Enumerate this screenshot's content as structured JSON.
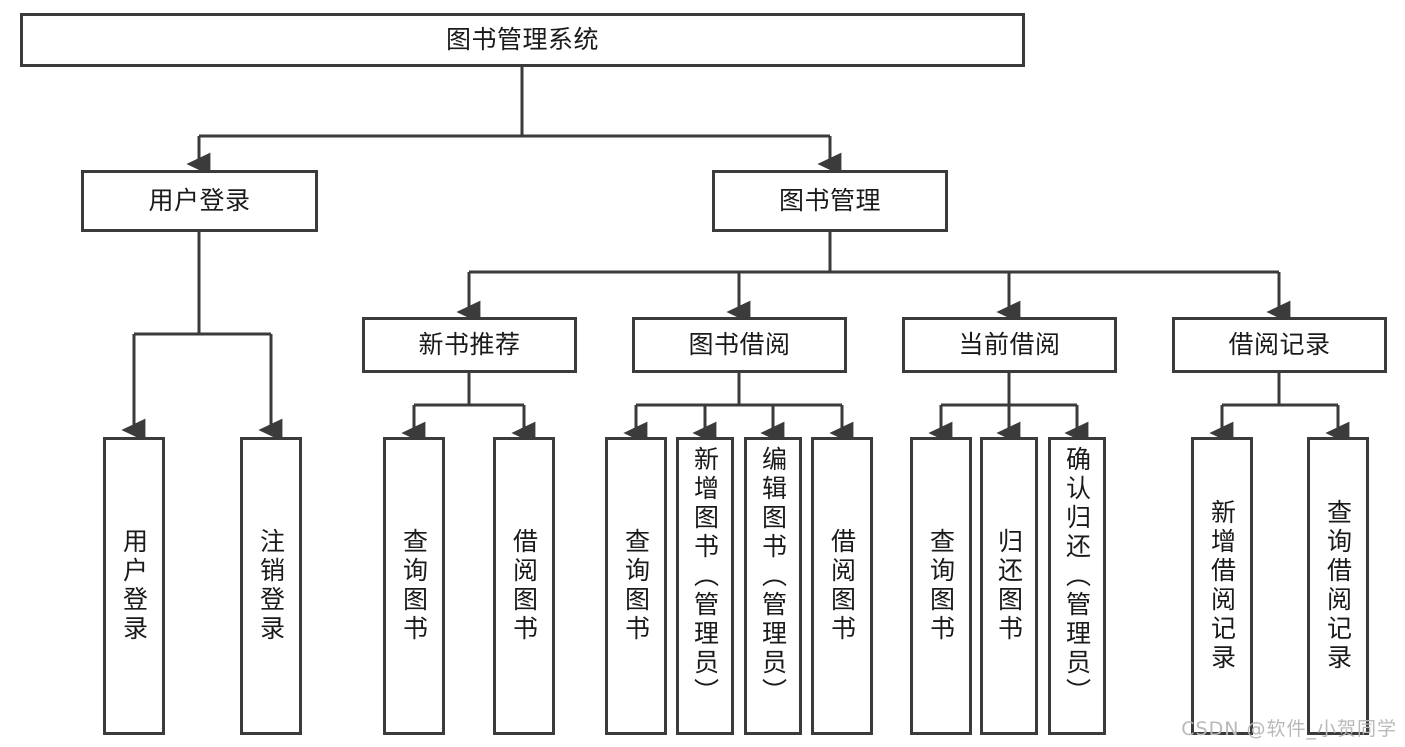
{
  "diagram": {
    "title": "图书管理系统",
    "type": "hierarchy-tree",
    "colors": {
      "box_border": "#3b3b3b",
      "box_fill": "#ffffff",
      "edge": "#3b3b3b",
      "text": "#1a1a1a",
      "watermark": "#b9b9b9"
    },
    "root": {
      "label": "图书管理系统"
    },
    "level2": [
      {
        "label": "用户登录"
      },
      {
        "label": "图书管理"
      }
    ],
    "level3": [
      {
        "label": "新书推荐"
      },
      {
        "label": "图书借阅"
      },
      {
        "label": "当前借阅"
      },
      {
        "label": "借阅记录"
      }
    ],
    "leaves": {
      "user_login": [
        {
          "label": "用户登录"
        },
        {
          "label": "注销登录"
        }
      ],
      "new_book_recommend": [
        {
          "label": "查询图书"
        },
        {
          "label": "借阅图书"
        }
      ],
      "book_borrow": [
        {
          "label": "查询图书"
        },
        {
          "label": "新增图书（管理员）"
        },
        {
          "label": "编辑图书（管理员）"
        },
        {
          "label": "借阅图书"
        }
      ],
      "current_borrow": [
        {
          "label": "查询图书"
        },
        {
          "label": "归还图书"
        },
        {
          "label": "确认归还（管理员）"
        }
      ],
      "borrow_record": [
        {
          "label": "新增借阅记录"
        },
        {
          "label": "查询借阅记录"
        }
      ]
    }
  },
  "watermark": {
    "text": "CSDN @软件_小贺同学"
  }
}
